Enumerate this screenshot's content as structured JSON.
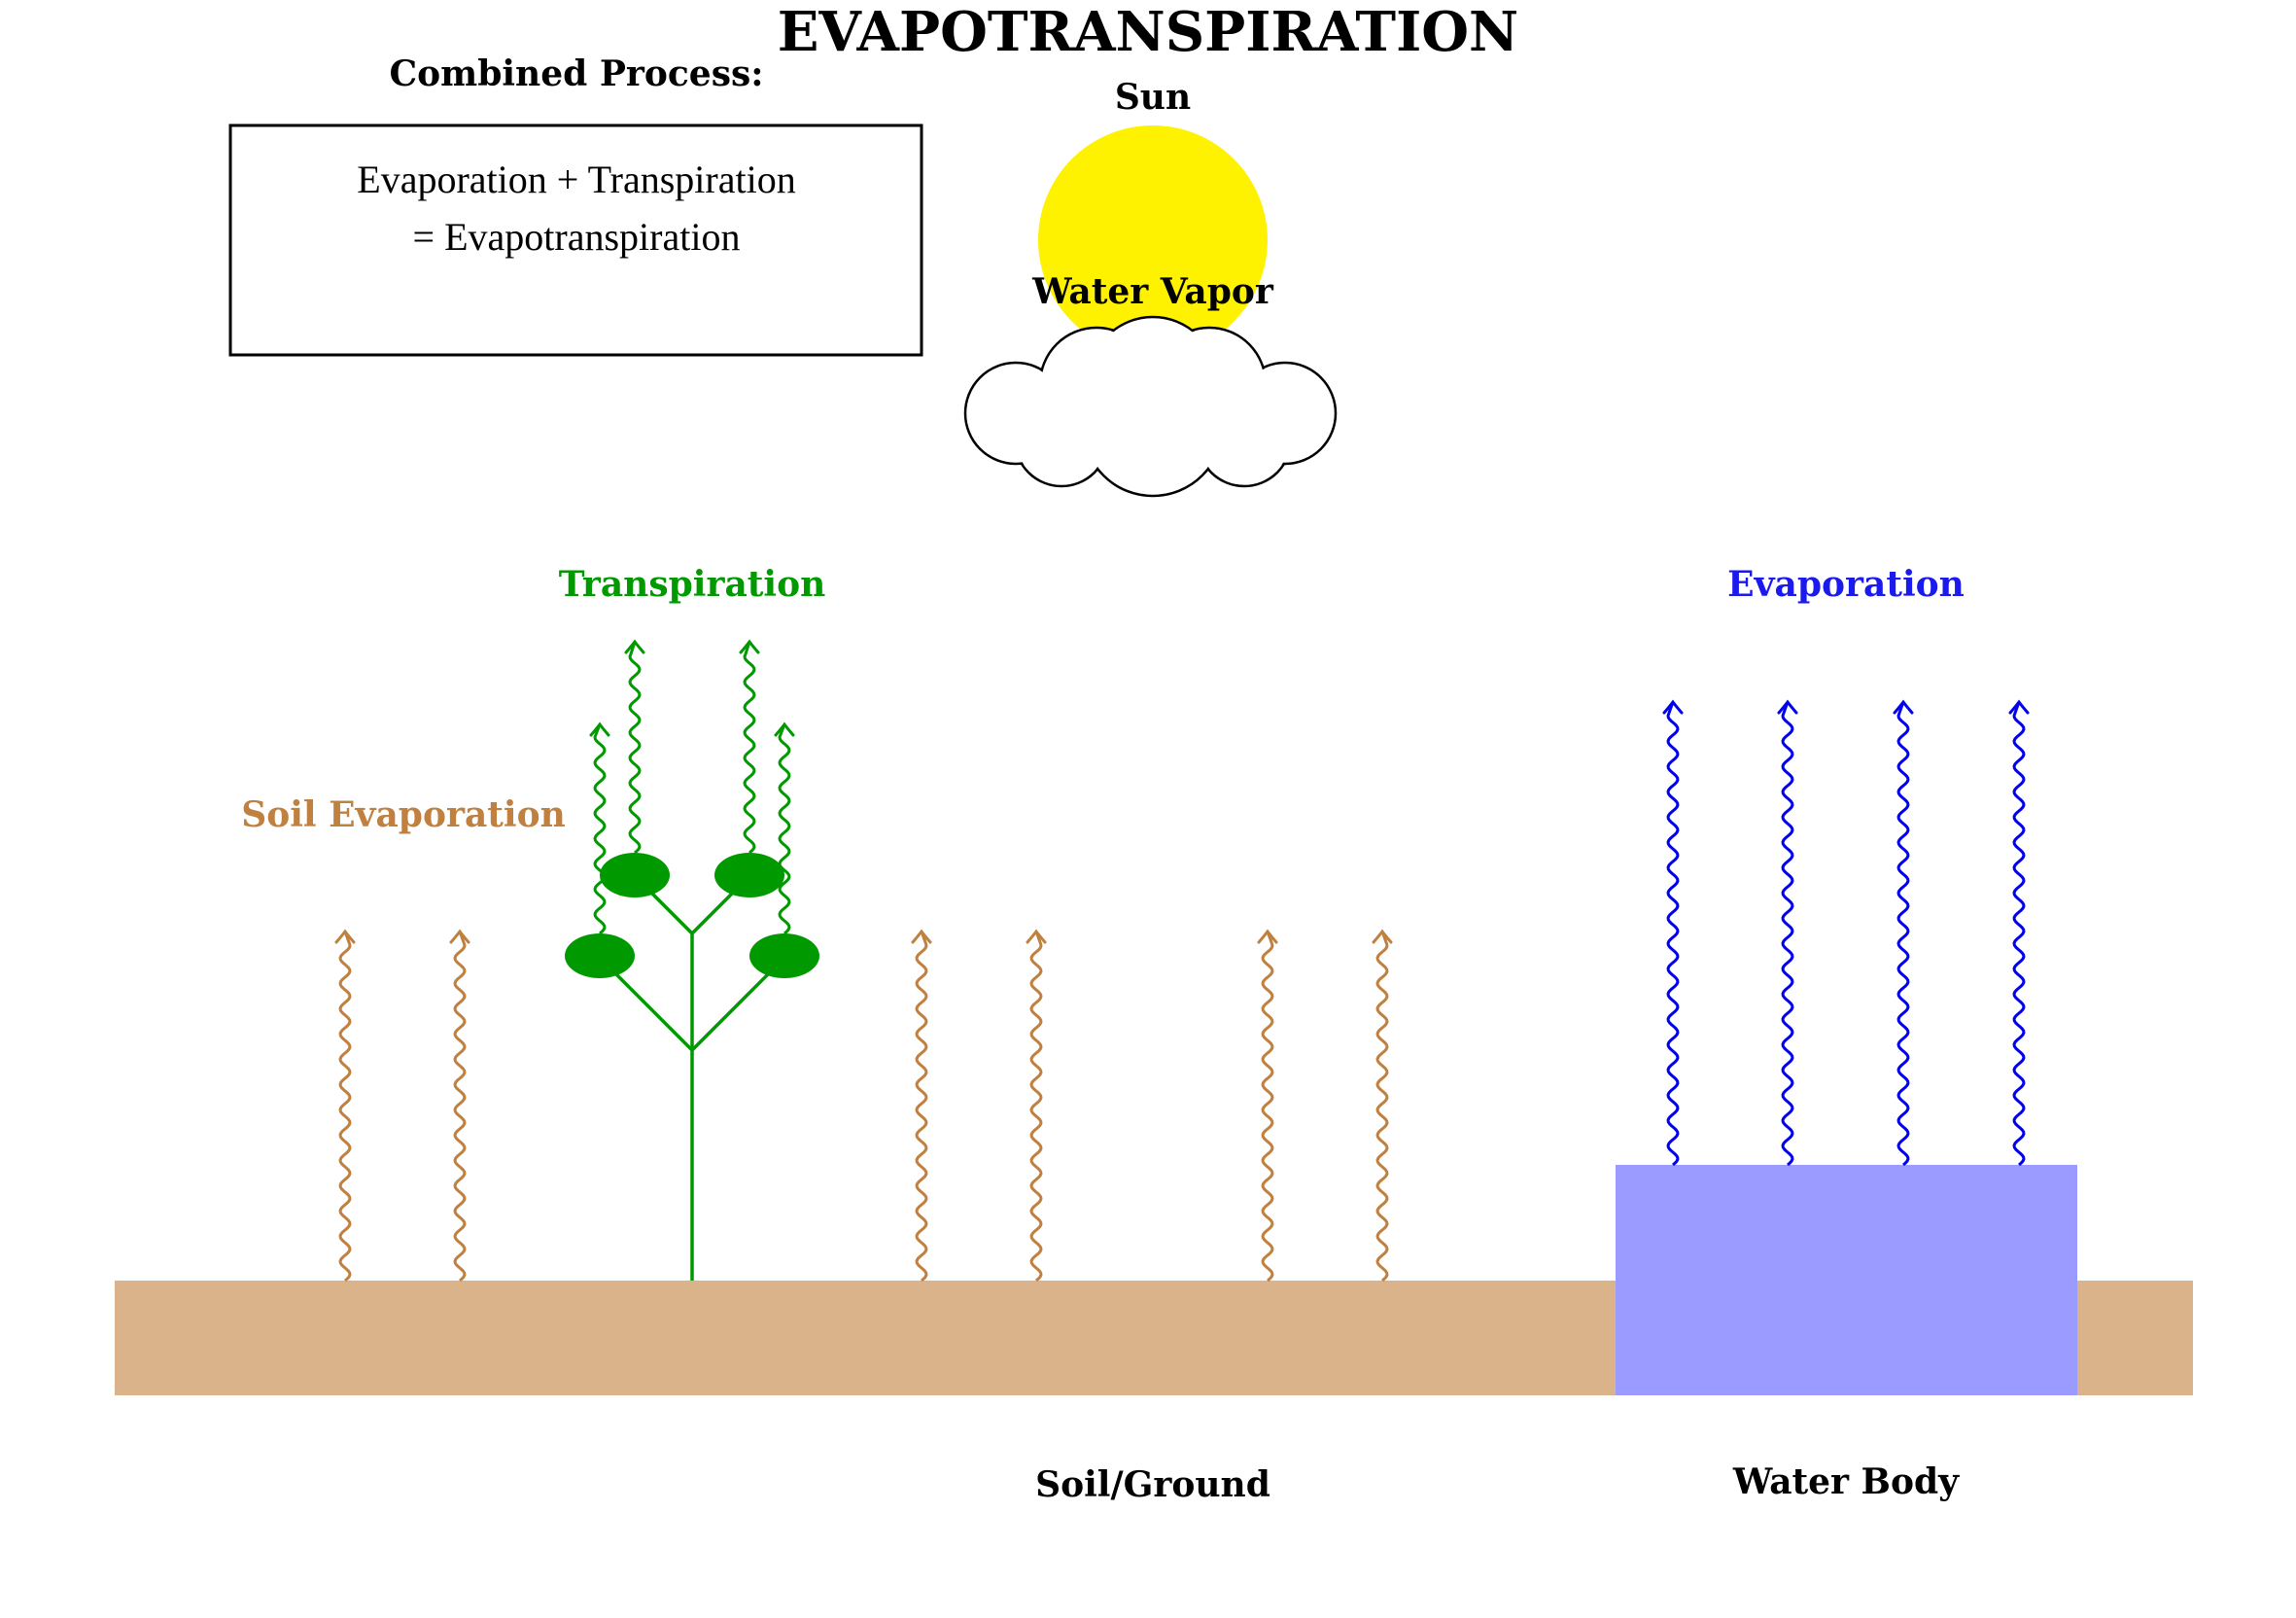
{
  "title": "EVAPOTRANSPIRATION",
  "labels": {
    "combined_heading": "Combined Process:",
    "equation_line1": "Evaporation + Transpiration",
    "equation_line2": "= Evapotranspiration",
    "sun": "Sun",
    "water_vapor": "Water Vapor",
    "transpiration": "Transpiration",
    "evaporation": "Evaporation",
    "soil_evaporation": "Soil Evaporation",
    "soil_ground": "Soil/Ground",
    "water_body": "Water Body"
  },
  "colors": {
    "sun": "#fff200",
    "soil": "#dab38b",
    "water": "#9b9bff",
    "plant": "#009900",
    "soil_arrow": "#bf8040",
    "water_arrow": "#0000ee",
    "text": "#000000",
    "evaporation_label": "#1a1aee",
    "transpiration_label": "#009900",
    "soil_evaporation_label": "#bf8040"
  },
  "icons": {
    "sun": "sun-icon",
    "cloud": "cloud-icon",
    "plant": "plant-icon"
  }
}
